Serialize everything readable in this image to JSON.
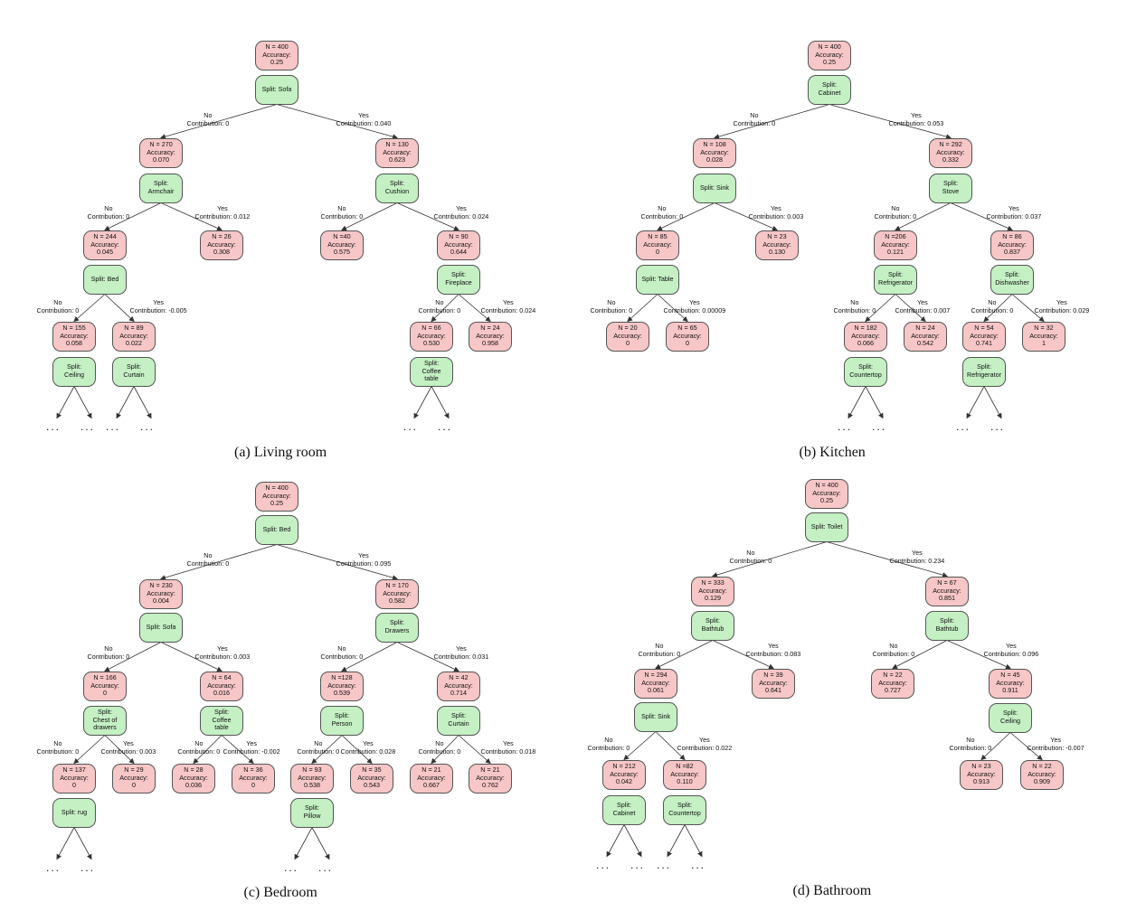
{
  "panels": [
    {
      "id": "a",
      "caption": "(a) Living room",
      "nodes": [
        {
          "id": "root",
          "lines": [
            "N = 400",
            "Accuracy:",
            "0.25"
          ]
        },
        {
          "id": "root_s",
          "lines": [
            "Split: Sofa"
          ]
        },
        {
          "id": "L",
          "lines": [
            "N = 270",
            "Accuracy:",
            "0.070"
          ]
        },
        {
          "id": "L_s",
          "lines": [
            "Split:",
            "Armchair"
          ]
        },
        {
          "id": "R",
          "lines": [
            "N = 130",
            "Accuracy:",
            "0.623"
          ]
        },
        {
          "id": "R_s",
          "lines": [
            "Split:",
            "Cushion"
          ]
        },
        {
          "id": "LL",
          "lines": [
            "N = 244",
            "Accuracy:",
            "0.045"
          ]
        },
        {
          "id": "LL_s",
          "lines": [
            "Split: Bed"
          ]
        },
        {
          "id": "LR",
          "lines": [
            "N = 26",
            "Accuracy:",
            "0.308"
          ]
        },
        {
          "id": "RL",
          "lines": [
            "N =40",
            "Accuracy:",
            "0.575"
          ]
        },
        {
          "id": "RR",
          "lines": [
            "N = 90",
            "Accuracy:",
            "0.644"
          ]
        },
        {
          "id": "RR_s",
          "lines": [
            "Split:",
            "Fireplace"
          ]
        },
        {
          "id": "LLL",
          "lines": [
            "N = 155",
            "Accuracy:",
            "0.058"
          ]
        },
        {
          "id": "LLL_s",
          "lines": [
            "Split:",
            "Ceiling"
          ]
        },
        {
          "id": "LLR",
          "lines": [
            "N = 89",
            "Accuracy:",
            "0.022"
          ]
        },
        {
          "id": "LLR_s",
          "lines": [
            "Split:",
            "Curtain"
          ]
        },
        {
          "id": "RRL",
          "lines": [
            "N = 66",
            "Accuracy:",
            "0.530"
          ]
        },
        {
          "id": "RRL_s",
          "lines": [
            "Split:",
            "Coffee",
            "table"
          ]
        },
        {
          "id": "RRR",
          "lines": [
            "N = 24",
            "Accuracy:",
            "0.958"
          ]
        }
      ],
      "edge_labels": [
        {
          "id": "root_no",
          "lines": [
            "No",
            "Contribution: 0"
          ]
        },
        {
          "id": "root_yes",
          "lines": [
            "Yes",
            "Contribution: 0.040"
          ]
        },
        {
          "id": "L_no",
          "lines": [
            "No",
            "Contribution: 0"
          ]
        },
        {
          "id": "L_yes",
          "lines": [
            "Yes",
            "Contribution: 0.012"
          ]
        },
        {
          "id": "R_no",
          "lines": [
            "No",
            "Contribution: 0"
          ]
        },
        {
          "id": "R_yes",
          "lines": [
            "Yes",
            "Contribution: 0.024"
          ]
        },
        {
          "id": "LL_no",
          "lines": [
            "No",
            "Contribution: 0"
          ]
        },
        {
          "id": "LL_yes",
          "lines": [
            "Yes",
            "Contribution: -0.005"
          ]
        },
        {
          "id": "RR_no",
          "lines": [
            "No",
            "Contribution: 0"
          ]
        },
        {
          "id": "RR_yes",
          "lines": [
            "Yes",
            "Contribution: 0.024"
          ]
        }
      ],
      "ellipsis": "..."
    },
    {
      "id": "b",
      "caption": "(b) Kitchen",
      "nodes": [
        {
          "id": "root",
          "lines": [
            "N = 400",
            "Accuracy:",
            "0.25"
          ]
        },
        {
          "id": "root_s",
          "lines": [
            "Split:",
            "Cabinet"
          ]
        },
        {
          "id": "L",
          "lines": [
            "N = 108",
            "Accuracy:",
            "0.028"
          ]
        },
        {
          "id": "L_s",
          "lines": [
            "Split: Sink"
          ]
        },
        {
          "id": "R",
          "lines": [
            "N = 292",
            "Accuracy:",
            "0.332"
          ]
        },
        {
          "id": "R_s",
          "lines": [
            "Split:",
            "Stove"
          ]
        },
        {
          "id": "LL",
          "lines": [
            "N = 85",
            "Accuracy:",
            "0"
          ]
        },
        {
          "id": "LL_s",
          "lines": [
            "Split: Table"
          ]
        },
        {
          "id": "LR",
          "lines": [
            "N = 23",
            "Accuracy:",
            "0.130"
          ]
        },
        {
          "id": "RL",
          "lines": [
            "N =206",
            "Accuracy:",
            "0.121"
          ]
        },
        {
          "id": "RL_s",
          "lines": [
            "Split:",
            "Refrigerator"
          ]
        },
        {
          "id": "RR",
          "lines": [
            "N = 86",
            "Accuracy:",
            "0.837"
          ]
        },
        {
          "id": "RR_s",
          "lines": [
            "Split:",
            "Dishwasher"
          ]
        },
        {
          "id": "LLL",
          "lines": [
            "N = 20",
            "Accuracy:",
            "0"
          ]
        },
        {
          "id": "LLR",
          "lines": [
            "N = 65",
            "Accuracy:",
            "0"
          ]
        },
        {
          "id": "RLL",
          "lines": [
            "N = 182",
            "Accuracy:",
            "0.066"
          ]
        },
        {
          "id": "RLL_s",
          "lines": [
            "Split:",
            "Countertop"
          ]
        },
        {
          "id": "RLR",
          "lines": [
            "N = 24",
            "Accuracy:",
            "0.542"
          ]
        },
        {
          "id": "RRL",
          "lines": [
            "N = 54",
            "Accuracy:",
            "0.741"
          ]
        },
        {
          "id": "RRL_s",
          "lines": [
            "Split:",
            "Refrigerator"
          ]
        },
        {
          "id": "RRR",
          "lines": [
            "N = 32",
            "Accuracy:",
            "1"
          ]
        }
      ],
      "edge_labels": [
        {
          "id": "root_no",
          "lines": [
            "No",
            "Contribution: 0"
          ]
        },
        {
          "id": "root_yes",
          "lines": [
            "Yes",
            "Contribution: 0.053"
          ]
        },
        {
          "id": "L_no",
          "lines": [
            "No",
            "Contribution: 0"
          ]
        },
        {
          "id": "L_yes",
          "lines": [
            "Yes",
            "Contribution: 0.003"
          ]
        },
        {
          "id": "R_no",
          "lines": [
            "No",
            "Contribution: 0"
          ]
        },
        {
          "id": "R_yes",
          "lines": [
            "Yes",
            "Contribution: 0.037"
          ]
        },
        {
          "id": "LL_no",
          "lines": [
            "No",
            "Contribution: 0"
          ]
        },
        {
          "id": "LL_yes",
          "lines": [
            "Yes",
            "Contribution: 0.00009"
          ]
        },
        {
          "id": "RL_no",
          "lines": [
            "No",
            "Contribution: 0"
          ]
        },
        {
          "id": "RL_yes",
          "lines": [
            "Yes",
            "Contribution: 0.007"
          ]
        },
        {
          "id": "RR_no",
          "lines": [
            "No",
            "Contribution: 0"
          ]
        },
        {
          "id": "RR_yes",
          "lines": [
            "Yes",
            "Contribution: 0.029"
          ]
        }
      ],
      "ellipsis": "..."
    },
    {
      "id": "c",
      "caption": "(c) Bedroom",
      "nodes": [
        {
          "id": "root",
          "lines": [
            "N = 400",
            "Accuracy:",
            "0.25"
          ]
        },
        {
          "id": "root_s",
          "lines": [
            "Split: Bed"
          ]
        },
        {
          "id": "L",
          "lines": [
            "N = 230",
            "Accuracy:",
            "0.004"
          ]
        },
        {
          "id": "L_s",
          "lines": [
            "Split: Sofa"
          ]
        },
        {
          "id": "R",
          "lines": [
            "N = 170",
            "Accuracy:",
            "0.582"
          ]
        },
        {
          "id": "R_s",
          "lines": [
            "Split:",
            "Drawers"
          ]
        },
        {
          "id": "LL",
          "lines": [
            "N = 166",
            "Accuracy:",
            "0"
          ]
        },
        {
          "id": "LL_s",
          "lines": [
            "Split:",
            "Chest of",
            "drawers"
          ]
        },
        {
          "id": "LR",
          "lines": [
            "N = 64",
            "Accuracy:",
            "0.016"
          ]
        },
        {
          "id": "LR_s",
          "lines": [
            "Split:",
            "Coffee",
            "table"
          ]
        },
        {
          "id": "RL",
          "lines": [
            "N =128",
            "Accuracy:",
            "0.539"
          ]
        },
        {
          "id": "RL_s",
          "lines": [
            "Split:",
            "Person"
          ]
        },
        {
          "id": "RR",
          "lines": [
            "N = 42",
            "Accuracy:",
            "0.714"
          ]
        },
        {
          "id": "RR_s",
          "lines": [
            "Split:",
            "Curtain"
          ]
        },
        {
          "id": "LLL",
          "lines": [
            "N = 137",
            "Accuracy:",
            "0"
          ]
        },
        {
          "id": "LLL_s",
          "lines": [
            "Split: rug"
          ]
        },
        {
          "id": "LLR",
          "lines": [
            "N = 29",
            "Accuracy:",
            "0"
          ]
        },
        {
          "id": "LRL",
          "lines": [
            "N = 28",
            "Accuracy:",
            "0.036"
          ]
        },
        {
          "id": "LRR",
          "lines": [
            "N = 36",
            "Accuracy:",
            "0"
          ]
        },
        {
          "id": "RLL",
          "lines": [
            "N = 93",
            "Accuracy:",
            "0.538"
          ]
        },
        {
          "id": "RLL_s",
          "lines": [
            "Split:",
            "Pillow"
          ]
        },
        {
          "id": "RLR",
          "lines": [
            "N = 35",
            "Accuracy:",
            "0.543"
          ]
        },
        {
          "id": "RRL",
          "lines": [
            "N = 21",
            "Accuracy:",
            "0.667"
          ]
        },
        {
          "id": "RRR",
          "lines": [
            "N = 21",
            "Accuracy:",
            "0.762"
          ]
        }
      ],
      "edge_labels": [
        {
          "id": "root_no",
          "lines": [
            "No",
            "Contribution: 0"
          ]
        },
        {
          "id": "root_yes",
          "lines": [
            "Yes",
            "Contribution: 0.095"
          ]
        },
        {
          "id": "L_no",
          "lines": [
            "No",
            "Contribution: 0"
          ]
        },
        {
          "id": "L_yes",
          "lines": [
            "Yes",
            "Contribution: 0.003"
          ]
        },
        {
          "id": "R_no",
          "lines": [
            "No",
            "Contribution: 0"
          ]
        },
        {
          "id": "R_yes",
          "lines": [
            "Yes",
            "Contribution: 0.031"
          ]
        },
        {
          "id": "LL_no",
          "lines": [
            "No",
            "Contribution: 0"
          ]
        },
        {
          "id": "LL_yes",
          "lines": [
            "Yes",
            "Contribution: 0.003"
          ]
        },
        {
          "id": "LR_no",
          "lines": [
            "No",
            "Contribution: 0"
          ]
        },
        {
          "id": "LR_yes",
          "lines": [
            "Yes",
            "Contribution: -0.002"
          ]
        },
        {
          "id": "RL_no",
          "lines": [
            "No",
            "Contribution: 0"
          ]
        },
        {
          "id": "RL_yes",
          "lines": [
            "Yes",
            "Contribution: 0.028"
          ]
        },
        {
          "id": "RR_no",
          "lines": [
            "No",
            "Contribution: 0"
          ]
        },
        {
          "id": "RR_yes",
          "lines": [
            "Yes",
            "Contribution: 0.018"
          ]
        }
      ],
      "ellipsis": "..."
    },
    {
      "id": "d",
      "caption": "(d) Bathroom",
      "nodes": [
        {
          "id": "root",
          "lines": [
            "N = 400",
            "Accuracy:",
            "0.25"
          ]
        },
        {
          "id": "root_s",
          "lines": [
            "Split: Toilet"
          ]
        },
        {
          "id": "L",
          "lines": [
            "N = 333",
            "Accuracy:",
            "0.129"
          ]
        },
        {
          "id": "L_s",
          "lines": [
            "Split:",
            "Bathtub"
          ]
        },
        {
          "id": "R",
          "lines": [
            "N = 67",
            "Accuracy:",
            "0.851"
          ]
        },
        {
          "id": "R_s",
          "lines": [
            "Split:",
            "Bathtub"
          ]
        },
        {
          "id": "LL",
          "lines": [
            "N = 294",
            "Accuracy:",
            "0.061"
          ]
        },
        {
          "id": "LL_s",
          "lines": [
            "Split: Sink"
          ]
        },
        {
          "id": "LR",
          "lines": [
            "N = 39",
            "Accuracy:",
            "0.641"
          ]
        },
        {
          "id": "RL",
          "lines": [
            "N = 22",
            "Accuracy:",
            "0.727"
          ]
        },
        {
          "id": "RR",
          "lines": [
            "N = 45",
            "Accuracy:",
            "0.911"
          ]
        },
        {
          "id": "RR_s",
          "lines": [
            "Split:",
            "Ceiling"
          ]
        },
        {
          "id": "LLL",
          "lines": [
            "N = 212",
            "Accuracy:",
            "0.042"
          ]
        },
        {
          "id": "LLL_s",
          "lines": [
            "Split:",
            "Cabinet"
          ]
        },
        {
          "id": "LLR",
          "lines": [
            "N =82",
            "Accuracy:",
            "0.110"
          ]
        },
        {
          "id": "LLR_s",
          "lines": [
            "Split:",
            "Countertop"
          ]
        },
        {
          "id": "RRL",
          "lines": [
            "N = 23",
            "Accuracy:",
            "0.913"
          ]
        },
        {
          "id": "RRR",
          "lines": [
            "N = 22",
            "Accuracy:",
            "0.909"
          ]
        }
      ],
      "edge_labels": [
        {
          "id": "root_no",
          "lines": [
            "No",
            "Contribution: 0"
          ]
        },
        {
          "id": "root_yes",
          "lines": [
            "Yes",
            "Contribution: 0.234"
          ]
        },
        {
          "id": "L_no",
          "lines": [
            "No",
            "Contribution: 0"
          ]
        },
        {
          "id": "L_yes",
          "lines": [
            "Yes",
            "Contribution: 0.083"
          ]
        },
        {
          "id": "R_no",
          "lines": [
            "No",
            "Contribution: 0"
          ]
        },
        {
          "id": "R_yes",
          "lines": [
            "Yes",
            "Contribution: 0.096"
          ]
        },
        {
          "id": "LL_no",
          "lines": [
            "No",
            "Contribution: 0"
          ]
        },
        {
          "id": "LL_yes",
          "lines": [
            "Yes",
            "Contribution: 0.022"
          ]
        },
        {
          "id": "RR_no",
          "lines": [
            "No",
            "Contribution: 0"
          ]
        },
        {
          "id": "RR_yes",
          "lines": [
            "Yes",
            "Contribution: -0.007"
          ]
        }
      ],
      "ellipsis": "..."
    }
  ],
  "colors": {
    "leaf_fill": "#f7c6c6",
    "split_fill": "#c4f0c4",
    "border": "#555555",
    "edge": "#333333"
  }
}
